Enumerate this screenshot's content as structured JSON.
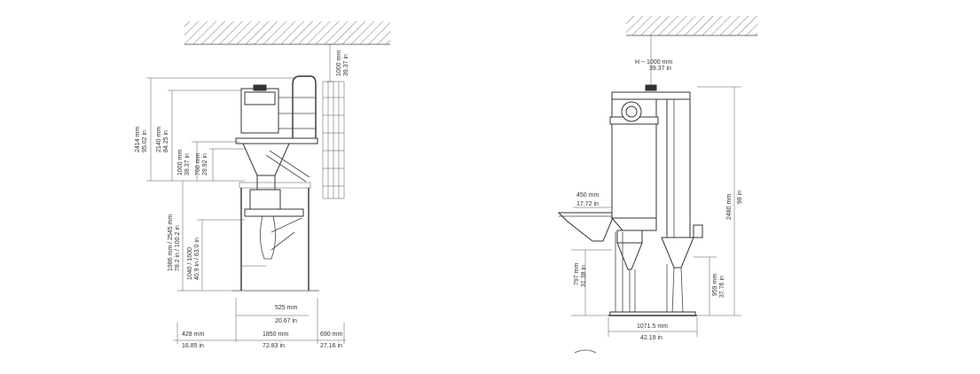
{
  "left_view": {
    "dim_1000": {
      "mm": "1000 mm",
      "in": "39.37 in"
    },
    "dim_2414": {
      "mm": "2414 mm",
      "in": "95.02 in"
    },
    "dim_2140": {
      "mm": "2140 mm",
      "in": "84.25 in"
    },
    "dim_1000b": {
      "mm": "1000 mm",
      "in": "39.37 in"
    },
    "dim_760": {
      "mm": "760 mm",
      "in": "29.92 in"
    },
    "dim_1986": {
      "mm": "1986 mm / 2545 mm",
      "in": "78.2 in / 100.2 in"
    },
    "dim_1040": {
      "mm": "1040 / 1600",
      "in": "40.9 in / 63.0 in"
    },
    "dim_525": {
      "mm": "525 mm",
      "in": "20.67 in"
    },
    "dim_428": {
      "mm": "428 mm",
      "in": "16.85 in"
    },
    "dim_1850": {
      "mm": "1850 mm",
      "in": "72.83 in"
    },
    "dim_690": {
      "mm": "690 mm",
      "in": "27.16 in"
    }
  },
  "right_view": {
    "dim_h": {
      "mm": "H ~ 1000 mm",
      "in": "39.37 in"
    },
    "dim_450": {
      "mm": "450 mm",
      "in": "17.72 in"
    },
    "dim_2480": {
      "mm": "2480 mm",
      "in": "98 in"
    },
    "dim_797": {
      "mm": "797 mm",
      "in": "31.38 in"
    },
    "dim_959": {
      "mm": "959 mm",
      "in": "37.76 in"
    },
    "dim_1071": {
      "mm": "1071.5 mm",
      "in": "42.19 in"
    }
  }
}
